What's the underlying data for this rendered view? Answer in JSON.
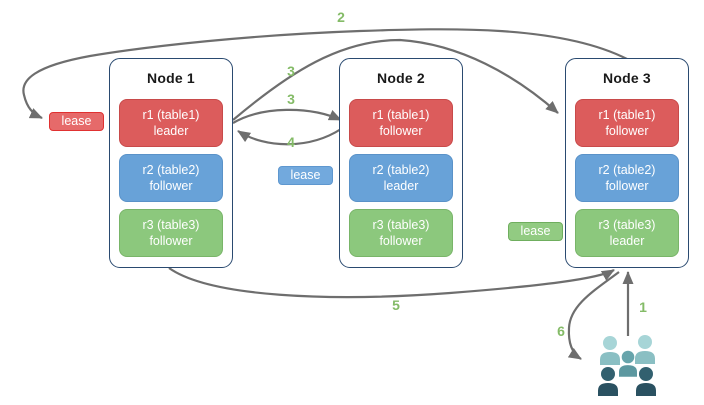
{
  "nodes": [
    {
      "title": "Node 1",
      "replicas": [
        {
          "label": "r1 (table1)",
          "role": "leader"
        },
        {
          "label": "r2 (table2)",
          "role": "follower"
        },
        {
          "label": "r3 (table3)",
          "role": "follower"
        }
      ]
    },
    {
      "title": "Node 2",
      "replicas": [
        {
          "label": "r1 (table1)",
          "role": "follower"
        },
        {
          "label": "r2 (table2)",
          "role": "leader"
        },
        {
          "label": "r3 (table3)",
          "role": "follower"
        }
      ]
    },
    {
      "title": "Node 3",
      "replicas": [
        {
          "label": "r1 (table1)",
          "role": "follower"
        },
        {
          "label": "r2 (table2)",
          "role": "follower"
        },
        {
          "label": "r3 (table3)",
          "role": "leader"
        }
      ]
    }
  ],
  "leases": [
    {
      "label": "lease",
      "color": "#e03131"
    },
    {
      "label": "lease",
      "color": "#5e97cf"
    },
    {
      "label": "lease",
      "color": "#6fae5e"
    }
  ],
  "step_labels": [
    {
      "text": "1"
    },
    {
      "text": "2"
    },
    {
      "text": "3"
    },
    {
      "text": "3"
    },
    {
      "text": "4"
    },
    {
      "text": "5"
    },
    {
      "text": "6"
    }
  ],
  "icons": {
    "users": "users-group-icon"
  },
  "colors": {
    "replica_red": "#dc5c5c",
    "replica_blue": "#68a2d8",
    "replica_green": "#8cc87d",
    "node_border": "#2a4a70",
    "arrow": "#6e6e6e",
    "step_label": "#84bb67",
    "users_light": "#a7d5d7",
    "users_mid": "#67a4ab",
    "users_dark": "#2e5a69"
  }
}
